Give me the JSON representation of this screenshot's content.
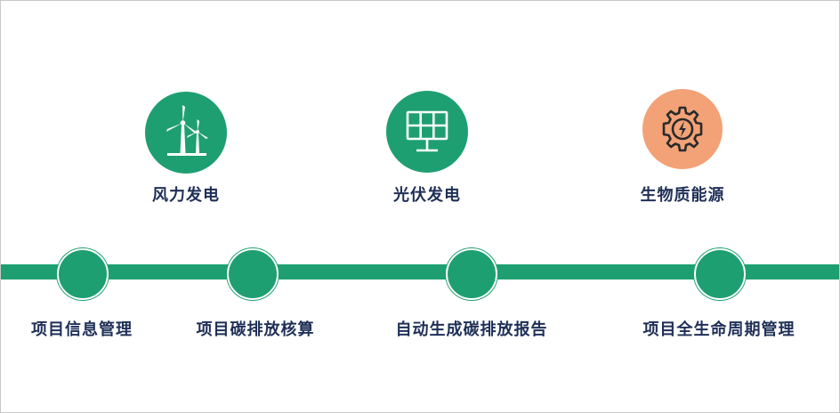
{
  "energy_sources": [
    {
      "label": "风力发电",
      "icon": "wind-turbine-icon",
      "color": "#1e9f72"
    },
    {
      "label": "光伏发电",
      "icon": "solar-panel-icon",
      "color": "#1e9f72"
    },
    {
      "label": "生物质能源",
      "icon": "gear-lightning-icon",
      "color": "#f2a276"
    }
  ],
  "timeline": {
    "color": "#1e9f72",
    "steps": [
      {
        "label": "项目信息管理"
      },
      {
        "label": "项目碳排放核算"
      },
      {
        "label": "自动生成碳排放报告"
      },
      {
        "label": "项目全生命周期管理"
      }
    ]
  }
}
